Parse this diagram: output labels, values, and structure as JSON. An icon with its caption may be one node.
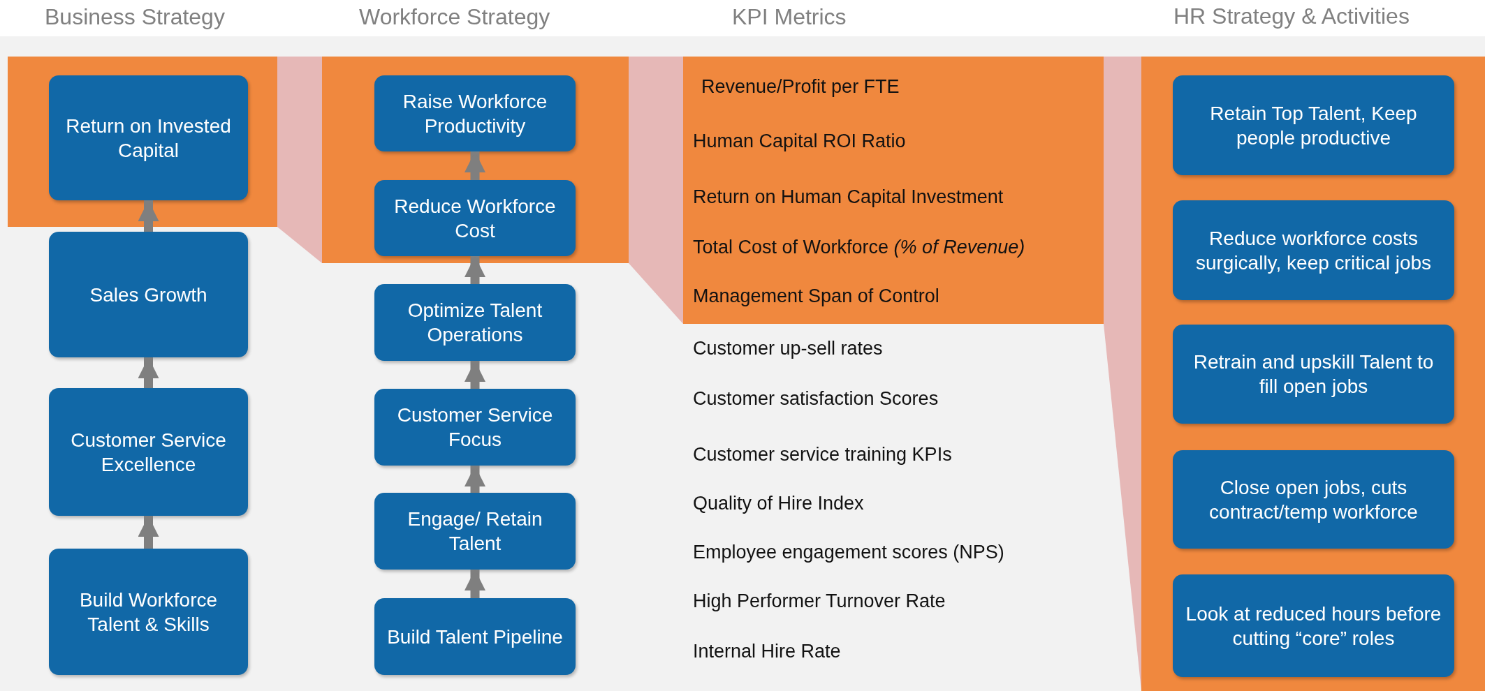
{
  "diagram": {
    "nodes": [
      {
        "text": [],
        "shape": "box"
      },
      {
        "text": [
          "Return on Invested Capital"
        ],
        "in": 0
      },
      {
        "text": [
          "Sales Growth"
        ]
      },
      {
        "text": [
          "Customer Service Excellence"
        ]
      },
      {
        "text": [
          "Build Workforce Talent & Skills"
        ]
      },
      {
        "text": [],
        "shape": "box"
      },
      {
        "text": [
          "Raise Workforce Productivity"
        ],
        "in": 5
      },
      {
        "text": [
          "Reduce Workforce Cost"
        ],
        "in": 5
      },
      {
        "text": [
          "Optimize Talent Operations"
        ]
      },
      {
        "text": [
          "Customer Service Focus"
        ]
      },
      {
        "text": [
          "Engage/ Retain Talent"
        ]
      },
      {
        "text": [
          "Build Talent Pipeline"
        ]
      },
      {
        "text": [
          "Revenue/Profit per FTE",
          "Human Capital ROI Ratio",
          "Return on Human Capital Investment",
          "Total Cost of Workforce *(% of Revenue)*",
          "Management Span of Control"
        ]
      },
      {
        "text": [
          "HR Strategy & Activities"
        ]
      },
      {
        "text": [
          "Retain Top Talent, Keep people productive"
        ],
        "in": 13
      },
      {
        "text": [
          "Reduce workforce costs surgically, keep critical jobs"
        ],
        "in": 13
      },
      {
        "text": [
          "Retrain and upskill Talent to fill open jobs"
        ],
        "in": 13
      },
      {
        "text": [
          "Close open jobs, cuts contract/temp workforce"
        ],
        "in": 13
      },
      {
        "text": [
          "Look at reduced hours before cutting “core” roles"
        ],
        "in": 13
      }
    ],
    "edges": [
      {
        "from": 4,
        "to": 3,
        "arrow": "to"
      },
      {
        "from": 3,
        "to": 2,
        "arrow": "to"
      },
      {
        "from": 2,
        "to": 1,
        "arrow": "to"
      },
      {
        "from": 11,
        "to": 10,
        "arrow": "to"
      },
      {
        "from": 10,
        "to": 9,
        "arrow": "to"
      },
      {
        "from": 9,
        "to": 8,
        "arrow": "to"
      },
      {
        "from": 8,
        "to": 7,
        "arrow": "to"
      },
      {
        "from": 7,
        "to": 6,
        "arrow": "to"
      },
      {
        "from": 0,
        "to": 5,
        "arrow": "none",
        "style": "thick",
        "color": "#e6b8b7"
      },
      {
        "from": 5,
        "to": 12,
        "arrow": "none",
        "style": "thick",
        "color": "#e6b8b7"
      },
      {
        "from": 12,
        "to": 13,
        "arrow": "none",
        "style": "thick",
        "color": "#e6b8b7"
      }
    ],
    "labels": [
      "Business Strategy",
      "Workforce Strategy",
      "KPI Metrics",
      "Customer up-sell rates",
      "Customer satisfaction Scores",
      "Customer service training KPIs",
      "Quality of Hire Index",
      "Employee engagement scores (NPS)",
      "High Performer Turnover Rate",
      "Internal Hire Rate"
    ]
  }
}
